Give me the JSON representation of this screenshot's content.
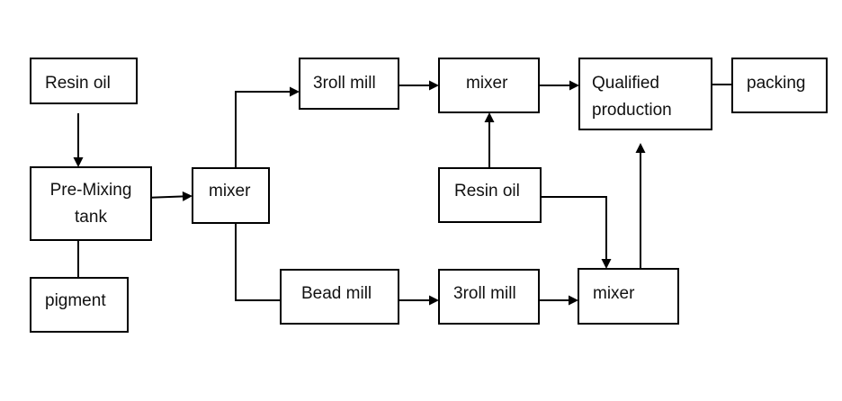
{
  "diagram": {
    "type": "process-flowchart",
    "colors": {
      "stroke": "#000000",
      "background": "#ffffff",
      "text": "#111111"
    },
    "nodes": [
      {
        "id": "resin-oil-1",
        "lines": [
          "Resin oil"
        ]
      },
      {
        "id": "pre-mixing-tank",
        "lines": [
          "Pre-Mixing",
          "tank"
        ]
      },
      {
        "id": "pigment",
        "lines": [
          "pigment"
        ]
      },
      {
        "id": "mixer-1",
        "lines": [
          "mixer"
        ]
      },
      {
        "id": "three-roll-mill-1",
        "lines": [
          "3roll mill"
        ]
      },
      {
        "id": "mixer-2",
        "lines": [
          "mixer"
        ]
      },
      {
        "id": "qualified-production",
        "lines": [
          "Qualified",
          "production"
        ]
      },
      {
        "id": "packing",
        "lines": [
          "packing"
        ]
      },
      {
        "id": "resin-oil-2",
        "lines": [
          "Resin oil"
        ]
      },
      {
        "id": "bead-mill",
        "lines": [
          "Bead mill"
        ]
      },
      {
        "id": "three-roll-mill-2",
        "lines": [
          "3roll mill"
        ]
      },
      {
        "id": "mixer-3",
        "lines": [
          "mixer"
        ]
      }
    ],
    "edges": [
      {
        "from": "resin-oil-1",
        "to": "pre-mixing-tank"
      },
      {
        "from": "pigment",
        "to": "pre-mixing-tank"
      },
      {
        "from": "pre-mixing-tank",
        "to": "mixer-1"
      },
      {
        "from": "mixer-1",
        "to": "three-roll-mill-1"
      },
      {
        "from": "mixer-1",
        "to": "bead-mill"
      },
      {
        "from": "three-roll-mill-1",
        "to": "mixer-2"
      },
      {
        "from": "resin-oil-2",
        "to": "mixer-2"
      },
      {
        "from": "mixer-2",
        "to": "qualified-production"
      },
      {
        "from": "qualified-production",
        "to": "packing"
      },
      {
        "from": "bead-mill",
        "to": "three-roll-mill-2"
      },
      {
        "from": "three-roll-mill-2",
        "to": "mixer-3"
      },
      {
        "from": "resin-oil-2",
        "to": "mixer-3"
      },
      {
        "from": "mixer-3",
        "to": "qualified-production"
      }
    ]
  }
}
